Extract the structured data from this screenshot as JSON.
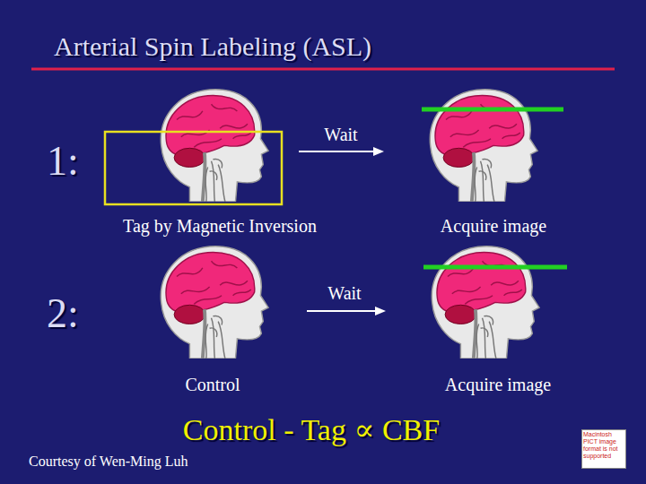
{
  "diagram": {
    "title": "Arterial Spin Labeling (ASL)",
    "caption": "Courtesy of Wen-Ming Luh",
    "nodes": [
      {
        "text": [
          "Macintosh PICT image format is not supported"
        ]
      }
    ],
    "labels": [
      "1:",
      "Wait",
      "Tag by Magnetic Inversion",
      "Acquire image",
      "2:",
      "Wait",
      "Control",
      "Acquire image",
      "Control - Tag ∝ CBF"
    ]
  }
}
